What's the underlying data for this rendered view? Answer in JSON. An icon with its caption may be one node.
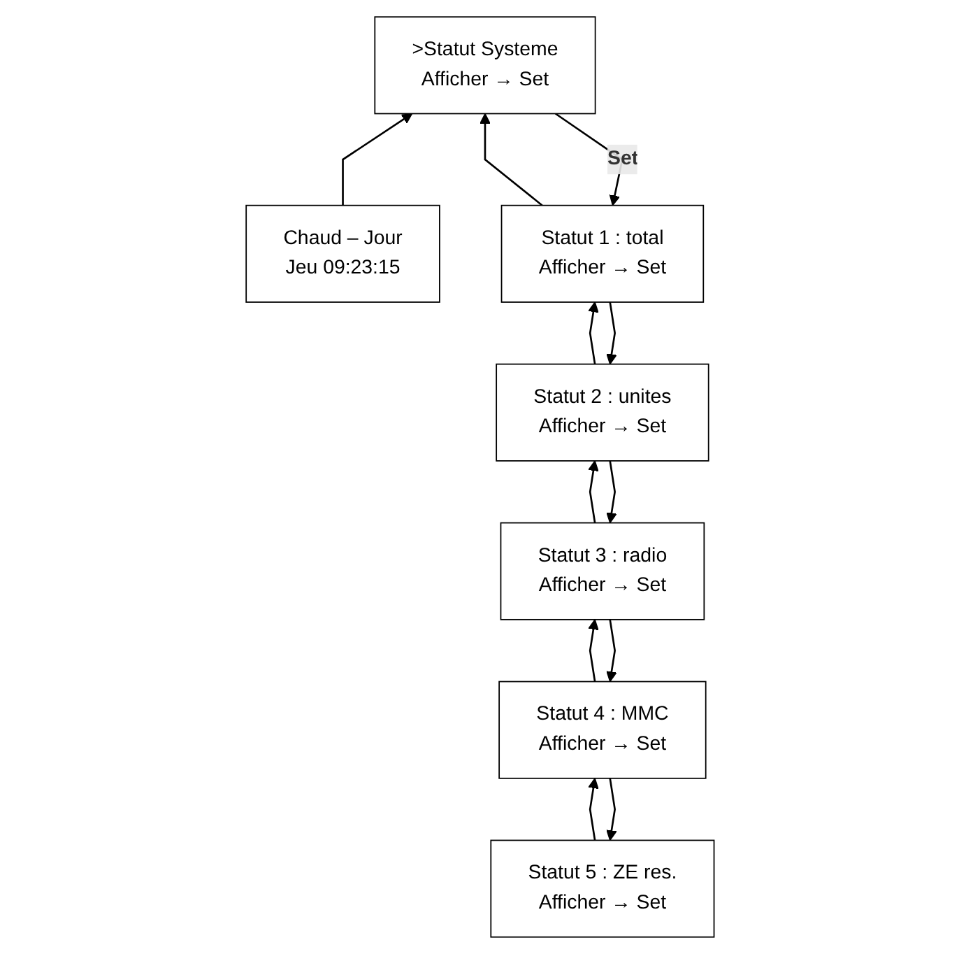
{
  "diagram": {
    "nodes": [
      {
        "text": [
          "Statut 5 : ZE res.",
          "Afficher → Set"
        ]
      },
      {
        "text": [
          "Statut 4 : MMC",
          "Afficher → Set"
        ]
      },
      {
        "text": [
          "Statut 3 : radio",
          "Afficher → Set"
        ]
      },
      {
        "text": [
          "Statut 2 : unites",
          "Afficher → Set"
        ]
      },
      {
        "text": [
          ">Statut Systeme",
          "Afficher → Set"
        ]
      },
      {
        "text": [
          "Statut 1 : total",
          "Afficher → Set"
        ]
      },
      {
        "text": [
          "Chaud – Jour",
          "Jeu 09:23:15"
        ]
      }
    ],
    "edges": [
      {
        "from": 6,
        "to": 4,
        "arrow": "to"
      },
      {
        "from": 4,
        "to": 5,
        "arrow": "to",
        "label": "Set"
      },
      {
        "from": 5,
        "to": 4,
        "arrow": "to"
      },
      {
        "from": 5,
        "to": 3,
        "arrow": "to"
      },
      {
        "from": 3,
        "to": 5,
        "arrow": "to"
      },
      {
        "from": 3,
        "to": 2,
        "arrow": "to"
      },
      {
        "from": 2,
        "to": 3,
        "arrow": "to"
      },
      {
        "from": 2,
        "to": 1,
        "arrow": "to"
      },
      {
        "from": 1,
        "to": 2,
        "arrow": "to"
      },
      {
        "from": 1,
        "to": 0,
        "arrow": "to"
      },
      {
        "from": 0,
        "to": 1,
        "arrow": "to"
      }
    ]
  }
}
